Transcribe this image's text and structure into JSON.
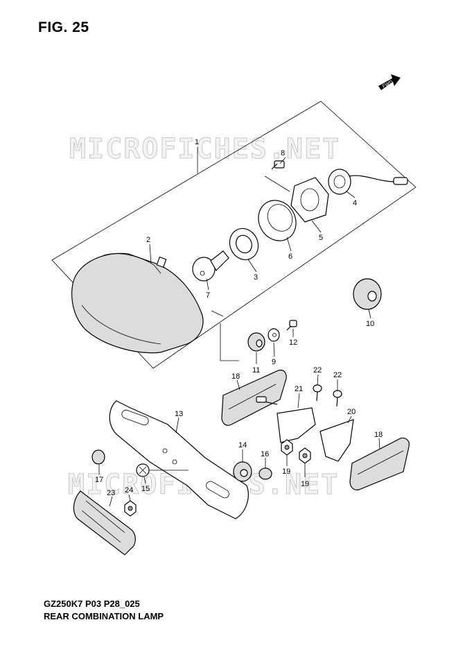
{
  "figure": {
    "title": "FIG. 25",
    "model_code": "GZ250K7 P03 P28_025",
    "name": "REAR COMBINATION LAMP"
  },
  "watermark": "MICROFICHES.NET",
  "direction_arrow": "FWD",
  "part_callouts": {
    "c1": "1",
    "c2": "2",
    "c3": "3",
    "c4": "4",
    "c5": "5",
    "c6": "6",
    "c7": "7",
    "c8": "8",
    "c9": "9",
    "c10": "10",
    "c11": "11",
    "c12": "12",
    "c13": "13",
    "c14": "14",
    "c15": "15",
    "c16": "16",
    "c17": "17",
    "c18a": "18",
    "c18b": "18",
    "c19a": "19",
    "c19b": "19",
    "c20": "20",
    "c21": "21",
    "c22a": "22",
    "c22b": "22",
    "c23": "23",
    "c24": "24"
  }
}
